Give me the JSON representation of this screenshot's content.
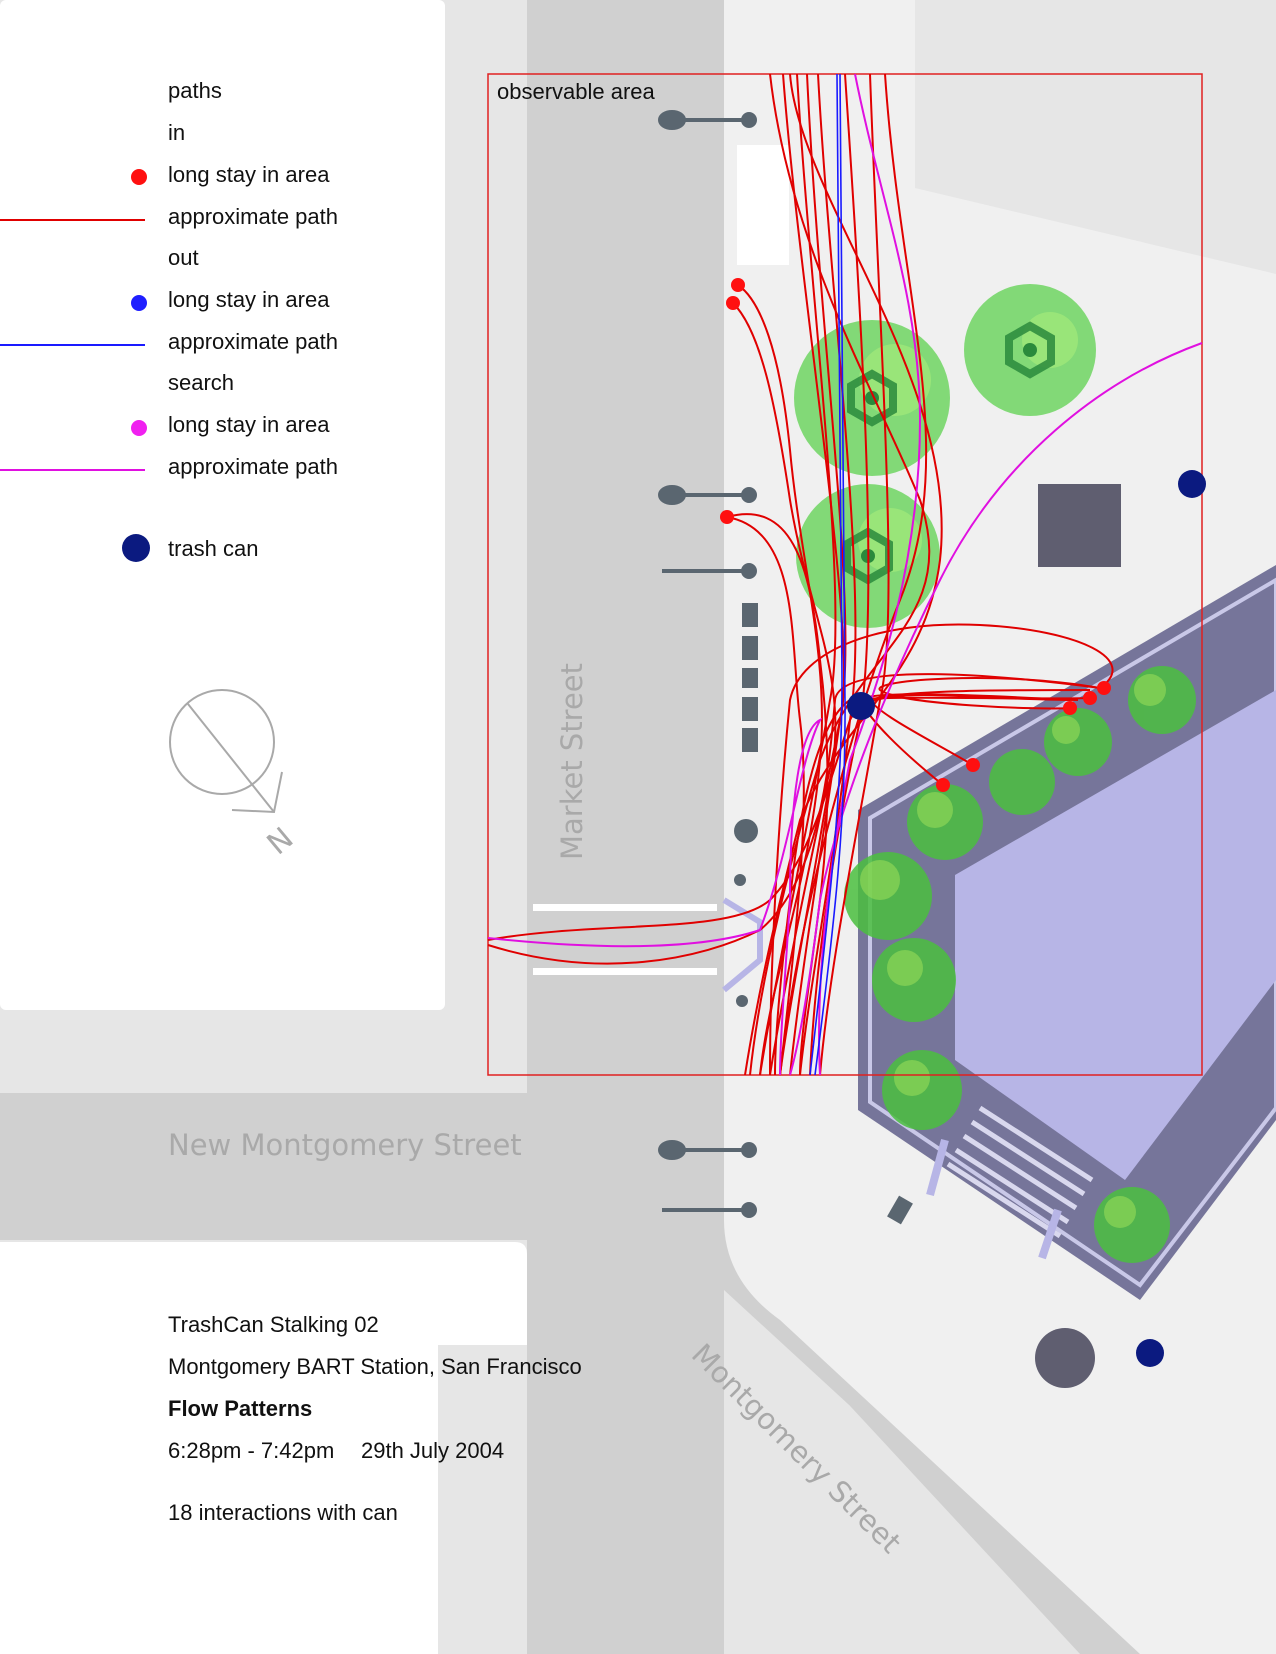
{
  "legend": {
    "title": "paths",
    "groups": [
      {
        "label": "in",
        "color": "#e00000",
        "dot_label": "long stay in area",
        "line_label": "approximate path",
        "dot_color": "#ff1010",
        "line_color": "#e00000"
      },
      {
        "label": "out",
        "color": "#1a1aff",
        "dot_label": "long stay in area",
        "line_label": "approximate path",
        "dot_color": "#1f1fff",
        "line_color": "#1a1aff"
      },
      {
        "label": "search",
        "color": "#e010e0",
        "dot_label": "long stay in area",
        "line_label": "approximate path",
        "dot_color": "#f020f0",
        "line_color": "#e010e0"
      }
    ],
    "trash_label": "trash can",
    "trash_color": "#0b1a80"
  },
  "map": {
    "observable_area_label": "observable area",
    "streets": {
      "market": "Market Street",
      "new_montgomery": "New Montgomery Street",
      "montgomery": "Montgomery Street"
    },
    "north_label": "N"
  },
  "info": {
    "title": "TrashCan Stalking 02",
    "location": "Montgomery BART Station, San Francisco",
    "subtitle": "Flow Patterns",
    "time_range": "6:28pm - 7:42pm",
    "date": "29th July 2004",
    "interactions": "18 interactions with can"
  },
  "colors": {
    "in": "#e00000",
    "out": "#1a1aff",
    "search": "#e010e0",
    "trash": "#0b1a80",
    "street": "#d0d0d0",
    "sidewalk": "#e6e6e6",
    "plaza": "#f0f0f0",
    "building": "#b7b5e6"
  }
}
